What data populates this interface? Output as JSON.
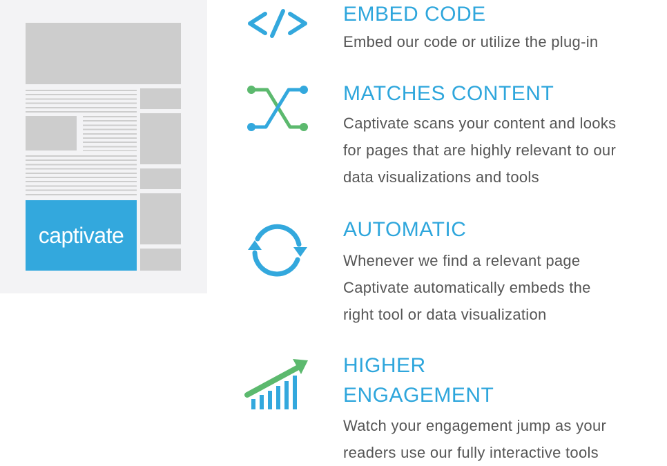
{
  "illustration": {
    "brand_label": "captivate"
  },
  "features": [
    {
      "icon": "code-icon",
      "title": "EMBED CODE",
      "lines": [
        "Embed our code or utilize the plug-in"
      ]
    },
    {
      "icon": "crossing-paths-icon",
      "title": "MATCHES CONTENT",
      "lines": [
        "Captivate scans your content and looks",
        "for pages that are highly relevant to our",
        "data visualizations and tools"
      ]
    },
    {
      "icon": "refresh-icon",
      "title": "AUTOMATIC",
      "lines": [
        "Whenever we find a relevant page",
        "Captivate automatically embeds the",
        "right tool or data visualization"
      ]
    },
    {
      "icon": "growth-chart-icon",
      "title_lines": [
        "HIGHER",
        "ENGAGEMENT"
      ],
      "lines": [
        "Watch your engagement jump as your",
        "readers use our fully interactive tools"
      ]
    }
  ],
  "colors": {
    "blue": "#33a8dd",
    "green": "#5cb96e",
    "gray": "#cdcdcd"
  }
}
